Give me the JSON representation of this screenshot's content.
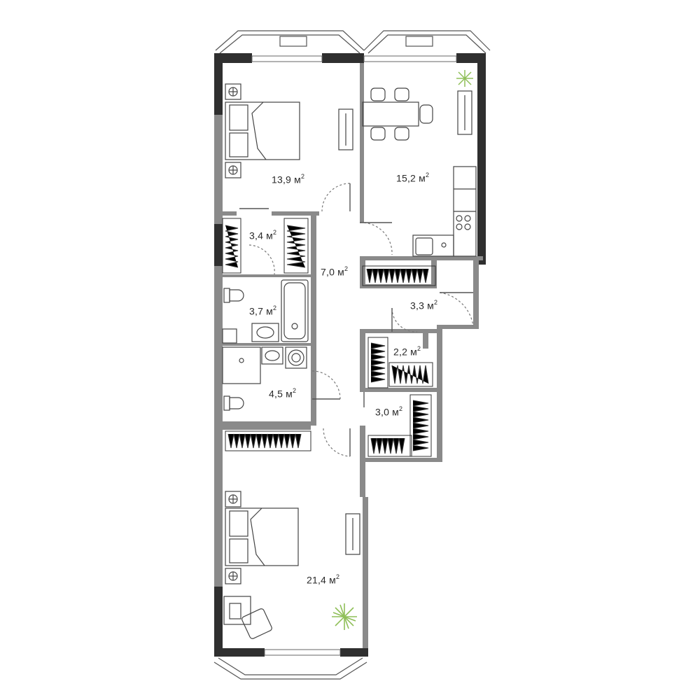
{
  "unit": "м",
  "unit_exponent": "2",
  "rooms": [
    {
      "id": "bedroom-1",
      "area": "13,9"
    },
    {
      "id": "kitchen-living",
      "area": "15,2"
    },
    {
      "id": "closet-1",
      "area": "3,4"
    },
    {
      "id": "hallway",
      "area": "7,0"
    },
    {
      "id": "bathroom-1",
      "area": "3,7"
    },
    {
      "id": "storage-1",
      "area": "3,3"
    },
    {
      "id": "closet-2",
      "area": "2,2"
    },
    {
      "id": "bathroom-2",
      "area": "4,5"
    },
    {
      "id": "closet-3",
      "area": "3,0"
    },
    {
      "id": "bedroom-2",
      "area": "21,4"
    }
  ],
  "colors": {
    "exterior_wall": "#2f2f2f",
    "interior_wall": "#8a8a8a",
    "line": "#3a3a3a",
    "plant": "#9acd5a"
  }
}
